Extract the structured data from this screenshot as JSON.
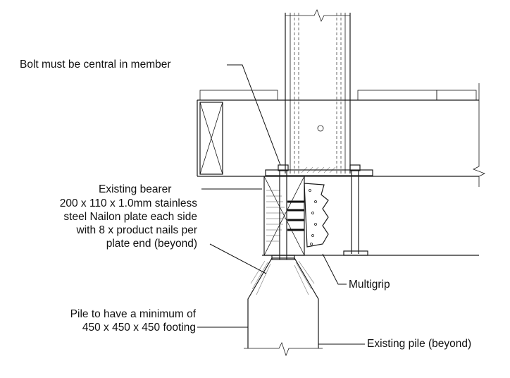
{
  "labels": {
    "bolt": "Bolt must be central in member",
    "bearer": "Existing bearer",
    "plate_line1": "200 x 110 x 1.0mm stainless",
    "plate_line2": "steel Nailon plate each side",
    "plate_line3": "with 8 x product nails per",
    "plate_line4": "plate end (beyond)",
    "multigrip": "Multigrip",
    "footing_line1": "Pile to have a minimum of",
    "footing_line2": "450 x 450 x 450 footing",
    "pile": "Existing pile (beyond)"
  },
  "colors": {
    "line": "#1a1a1a",
    "hatch": "#8a8a8a",
    "text": "#111111"
  }
}
